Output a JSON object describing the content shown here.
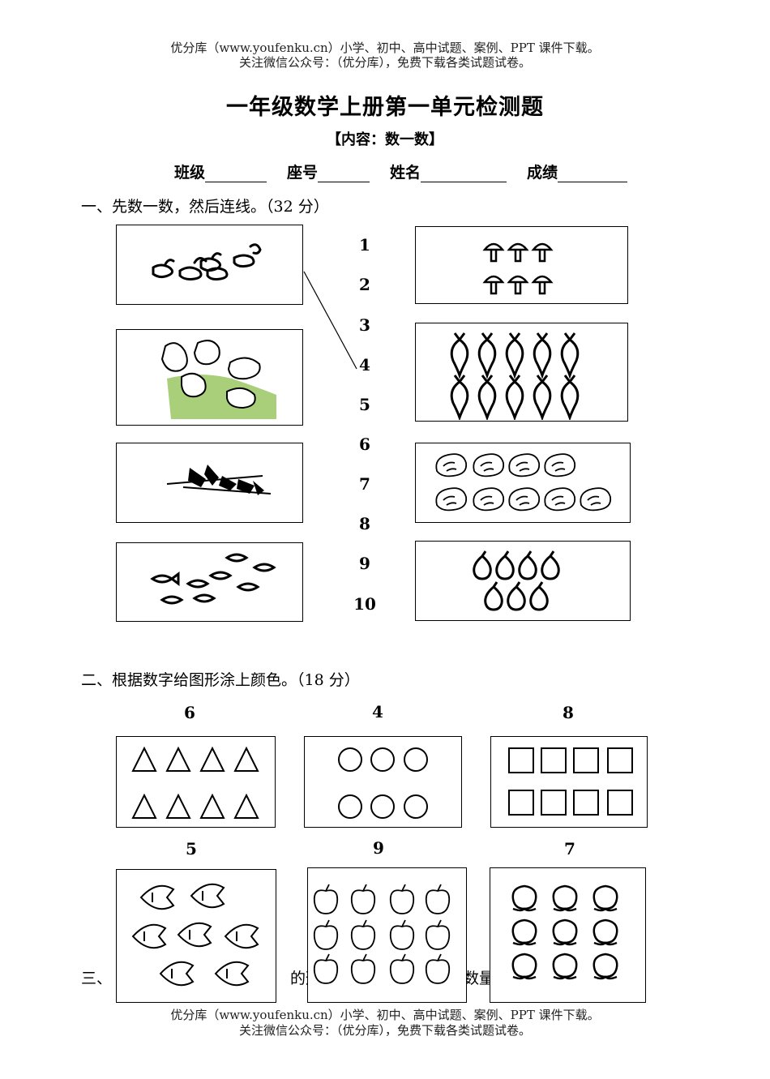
{
  "header": {
    "line1": "优分库（www.youfenku.cn）小学、初中、高中试题、案例、PPT 课件下载。",
    "line2": "关注微信公众号：（优分库），免费下载各类试题试卷。"
  },
  "title": "一年级数学上册第一单元检测题",
  "subtitle": "【内容：数一数】",
  "info": {
    "class_label": "班级",
    "seat_label": "座号",
    "name_label": "姓名",
    "score_label": "成绩"
  },
  "section1": {
    "heading": "一、先数一数，然后连线。（32 分）",
    "numbers": [
      "1",
      "2",
      "3",
      "4",
      "5",
      "6",
      "7",
      "8",
      "9",
      "10"
    ],
    "left_pictures": [
      "ducks",
      "pigeons",
      "swallows",
      "fish"
    ],
    "right_pictures": [
      "mushrooms",
      "radishes",
      "cabbages",
      "pears"
    ]
  },
  "section2": {
    "heading": "二、根据数字给图形涂上颜色。（18 分）",
    "items": [
      {
        "number": "6",
        "shape": "triangle"
      },
      {
        "number": "4",
        "shape": "circle"
      },
      {
        "number": "8",
        "shape": "square"
      },
      {
        "number": "5",
        "shape": "fish"
      },
      {
        "number": "9",
        "shape": "apple"
      },
      {
        "number": "7",
        "shape": "peach"
      }
    ]
  },
  "section3": {
    "prefix": "三、",
    "fragment_mid": "的形",
    "fragment_right": "数量"
  },
  "footer": {
    "line1": "优分库（www.youfenku.cn）小学、初中、高中试题、案例、PPT 课件下载。",
    "line2": "关注微信公众号：（优分库），免费下载各类试题试卷。"
  }
}
